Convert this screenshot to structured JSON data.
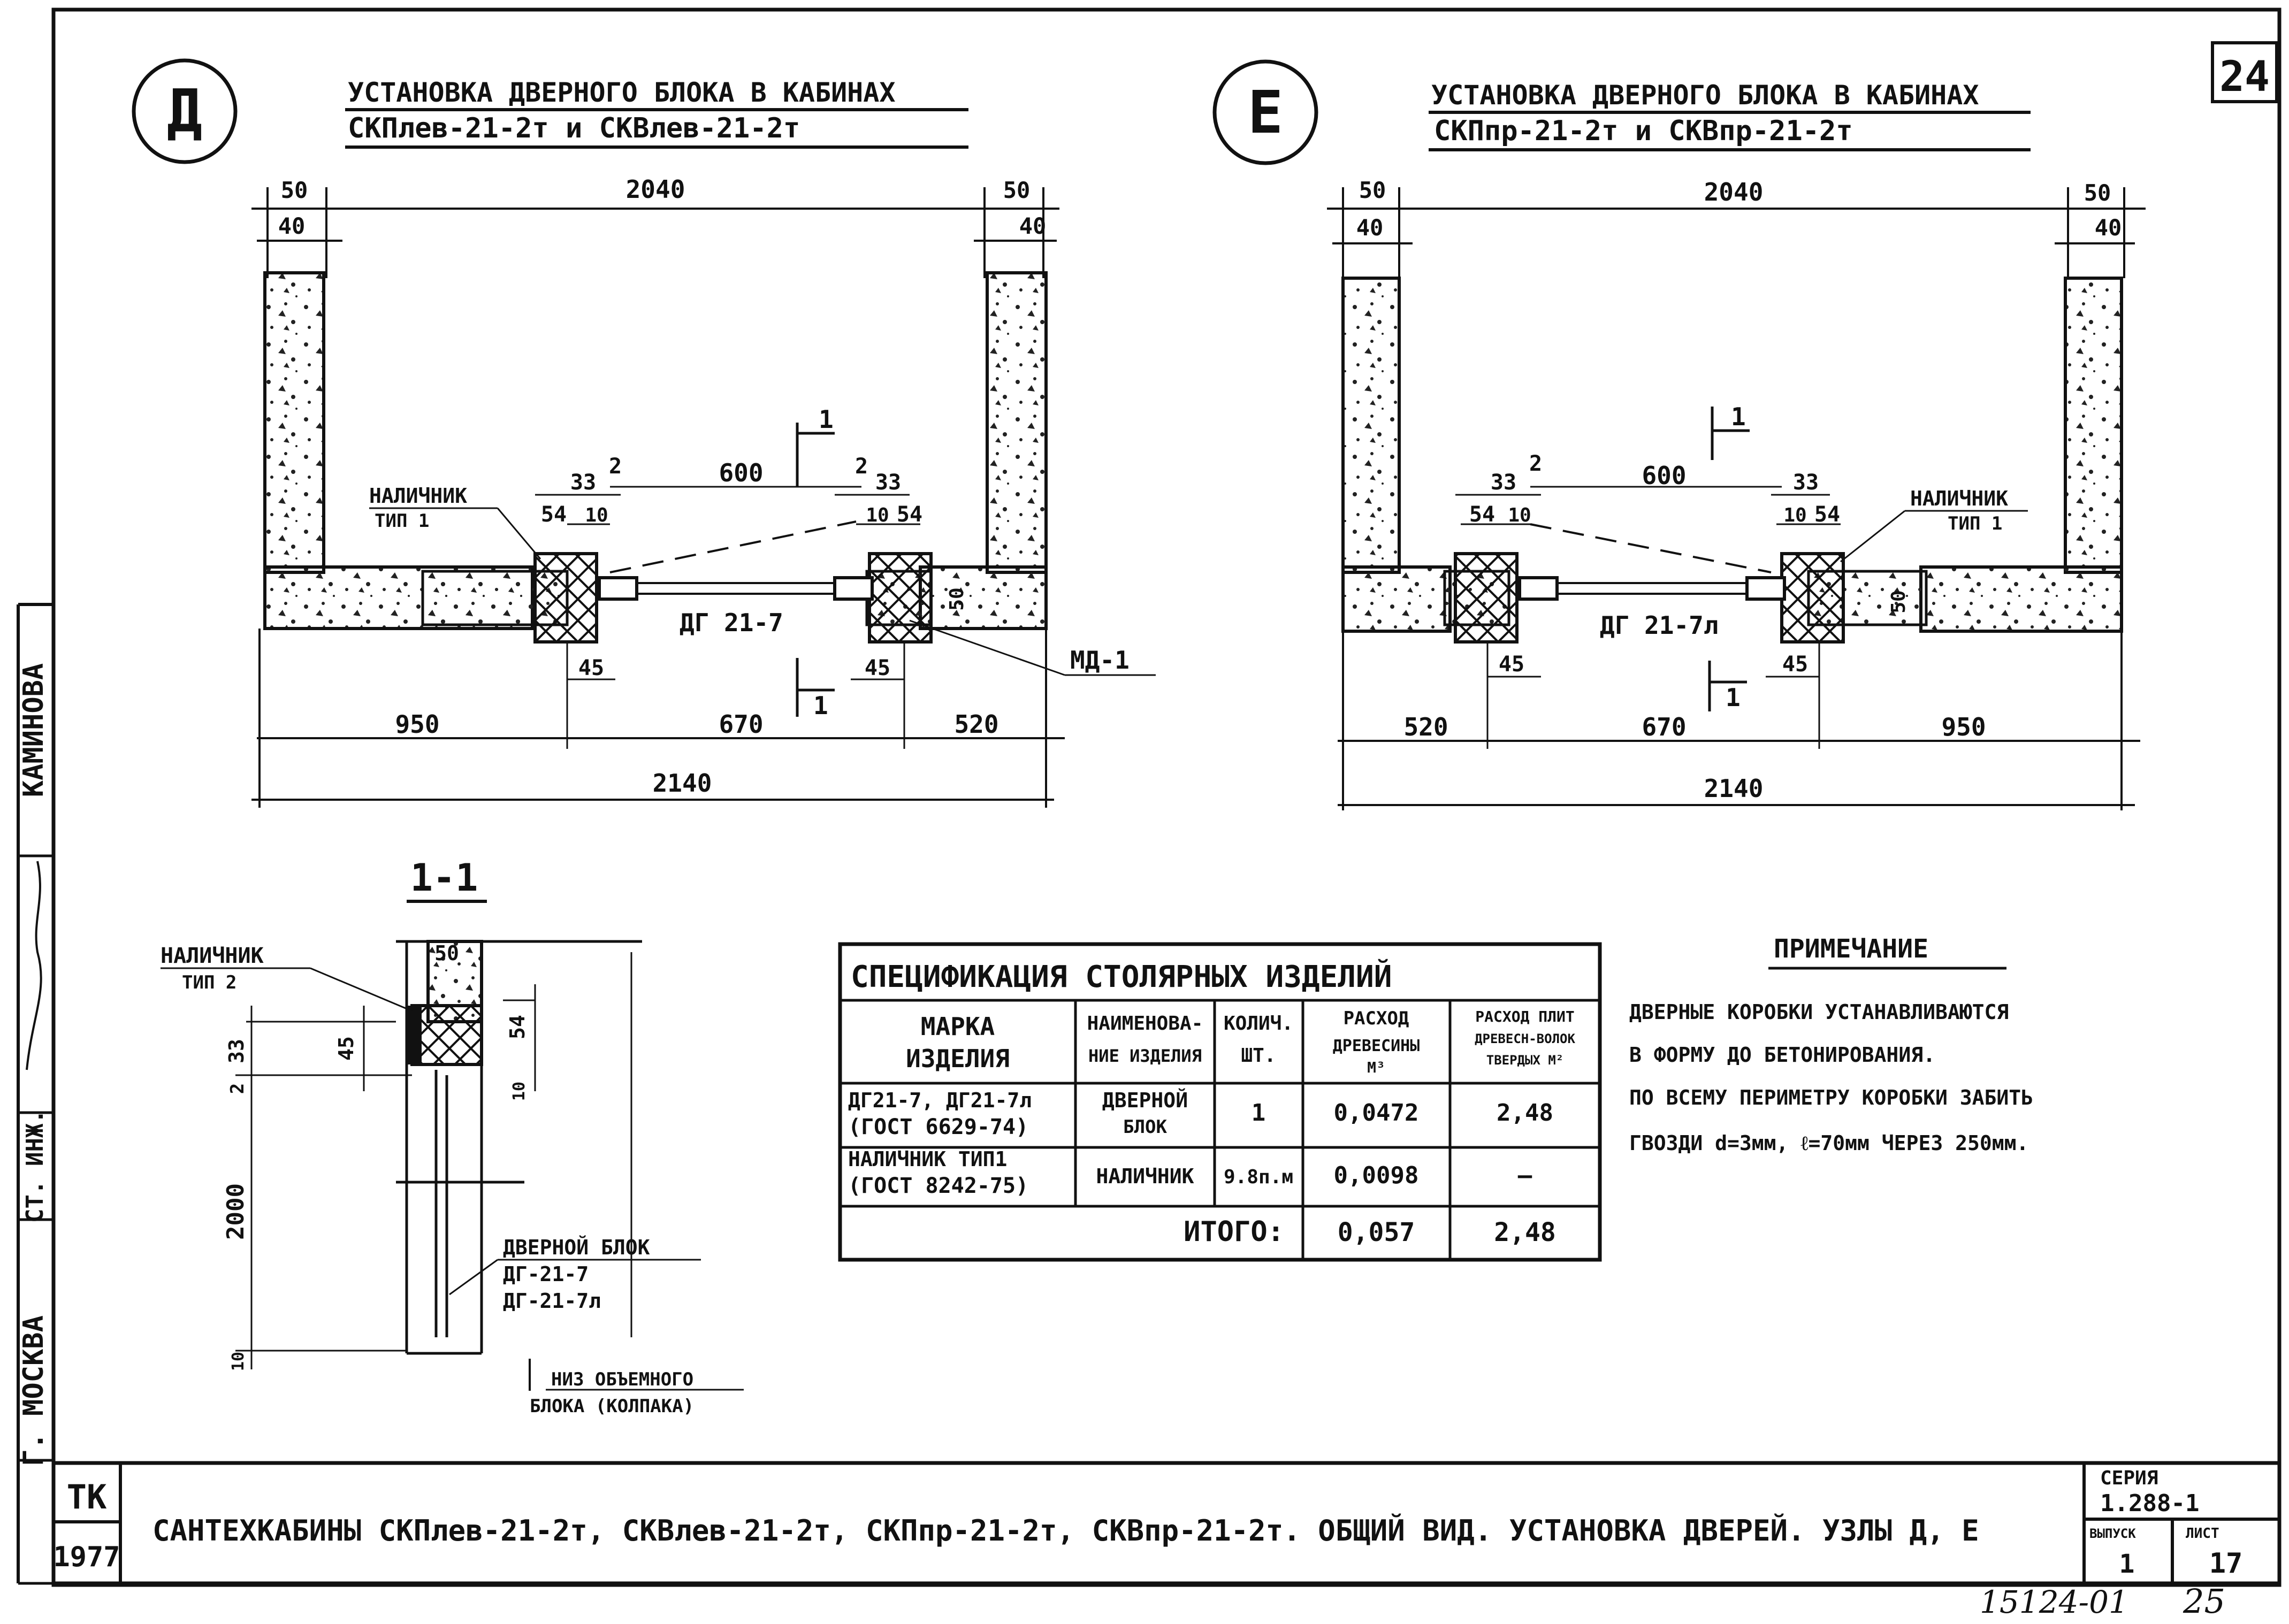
{
  "page": {
    "sheet_corner": "24",
    "bottom_handwritten": "15124-01",
    "bottom_handwritten_page": "25"
  },
  "left_strip": {
    "city": "Г. МОСКВА",
    "role": "СТ. ИНЖ.",
    "name": "КАМИНОВА"
  },
  "node_d": {
    "letter": "Д",
    "title": "УСТАНОВКА ДВЕРНОГО БЛОКА В КАБИНАХ",
    "subtitle": "СКПлев-21-2т и СКВлев-21-2т",
    "dims": {
      "top_left_50": "50",
      "top_left_40": "40",
      "top_span": "2040",
      "top_right_50": "50",
      "top_right_40": "40",
      "d33_l": "33",
      "d2_l": "2",
      "d600": "600",
      "d2_r": "2",
      "d33_r": "33",
      "d54_l": "54",
      "d10_l": "10",
      "d10_r": "10",
      "d54_r": "54",
      "d45_l": "45",
      "d45_r": "45",
      "d50": "50",
      "bot_950": "950",
      "bot_670": "670",
      "bot_520": "520",
      "bot_total": "2140"
    },
    "labels": {
      "casing_line1": "НАЛИЧНИК",
      "casing_line2": "ТИП 1",
      "door": "ДГ 21-7",
      "md": "МД-1",
      "section_mark": "1"
    }
  },
  "node_e": {
    "letter": "Е",
    "title": "УСТАНОВКА ДВЕРНОГО БЛОКА В КАБИНАХ",
    "subtitle": "СКПпр-21-2т и СКВпр-21-2т",
    "dims": {
      "top_left_50": "50",
      "top_left_40": "40",
      "top_span": "2040",
      "top_right_50": "50",
      "top_right_40": "40",
      "d33_l": "33",
      "d2_l": "2",
      "d600": "600",
      "d33_r": "33",
      "d54_l": "54",
      "d10_l": "10",
      "d10_r": "10",
      "d54_r": "54",
      "d45_l": "45",
      "d45_r": "45",
      "d50": "50",
      "bot_520": "520",
      "bot_670": "670",
      "bot_950": "950",
      "bot_total": "2140"
    },
    "labels": {
      "casing_line1": "НАЛИЧНИК",
      "casing_line2": "ТИП 1",
      "door": "ДГ 21-7л",
      "section_mark": "1"
    }
  },
  "section": {
    "title": "1-1",
    "casing_line1": "НАЛИЧНИК",
    "casing_line2": "ТИП 2",
    "dims": {
      "d50": "50",
      "d45": "45",
      "d54": "54",
      "d10a": "10",
      "d2": "2",
      "d33": "33",
      "d2000": "2000",
      "d10b": "10"
    },
    "door_line1": "ДВЕРНОЙ БЛОК",
    "door_line2": "ДГ-21-7",
    "door_line3": "ДГ-21-7л",
    "bottom_line1": "НИЗ ОБЪЕМНОГО",
    "bottom_line2": "БЛОКА (КОЛПАКА)"
  },
  "spec_table": {
    "title": "СПЕЦИФИКАЦИЯ СТОЛЯРНЫХ ИЗДЕЛИЙ",
    "headers": [
      [
        "МАРКА",
        "ИЗДЕЛИЯ"
      ],
      [
        "НАИМЕНОВА-",
        "НИЕ ИЗДЕЛИЯ"
      ],
      [
        "КОЛИЧ.",
        "ШТ."
      ],
      [
        "РАСХОД",
        "ДРЕВЕСИНЫ",
        "М³"
      ],
      [
        "РАСХОД ПЛИТ",
        "ДРЕВЕСН-ВОЛОК",
        "ТВЕРДЫХ М²"
      ]
    ],
    "rows": [
      {
        "mark": [
          "ДГ21-7, ДГ21-7л",
          "(ГОСТ 6629-74)"
        ],
        "name": [
          "ДВЕРНОЙ",
          "БЛОК"
        ],
        "qty": "1",
        "wood": "0,0472",
        "plates": "2,48"
      },
      {
        "mark": [
          "НАЛИЧНИК ТИП1",
          "(ГОСТ 8242-75)"
        ],
        "name": [
          "НАЛИЧНИК"
        ],
        "qty": "9.8п.м",
        "wood": "0,0098",
        "plates": "—"
      }
    ],
    "total_label": "ИТОГО:",
    "total_wood": "0,057",
    "total_plates": "2,48"
  },
  "note": {
    "title": "ПРИМЕЧАНИЕ",
    "lines": [
      "ДВЕРНЫЕ КОРОБКИ УСТАНАВЛИВАЮТСЯ",
      "В ФОРМУ ДО БЕТОНИРОВАНИЯ.",
      "ПО ВСЕМУ ПЕРИМЕТРУ КОРОБКИ ЗАБИТЬ",
      "ГВОЗДИ d=3мм, ℓ=70мм ЧЕРЕЗ 250мм."
    ]
  },
  "stamp": {
    "tk": "ТК",
    "year": "1977",
    "title": "САНТЕХКАБИНЫ СКПлев-21-2т, СКВлев-21-2т, СКПпр-21-2т, СКВпр-21-2т. ОБЩИЙ ВИД. УСТАНОВКА ДВЕРЕЙ. УЗЛЫ Д, Е",
    "series_label": "СЕРИЯ",
    "series_value": "1.288-1",
    "issue_label": "ВЫПУСК",
    "issue_value": "1",
    "sheet_label": "ЛИСТ",
    "sheet_value": "17"
  }
}
